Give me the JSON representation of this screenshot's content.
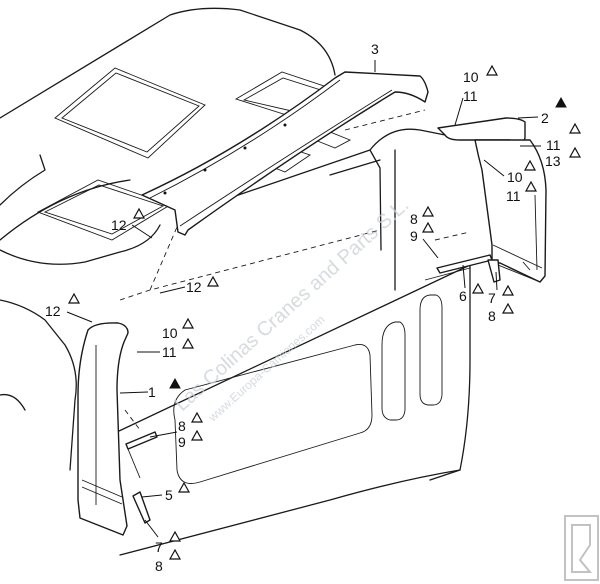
{
  "callouts": [
    {
      "id": "c3",
      "text": "3",
      "mark": "none"
    },
    {
      "id": "c10a",
      "text": "10",
      "mark": "open"
    },
    {
      "id": "c11a",
      "text": "11",
      "mark": "none"
    },
    {
      "id": "c2",
      "text": "2",
      "mark": "filled"
    },
    {
      "id": "c11b",
      "text": "11",
      "mark": "open"
    },
    {
      "id": "c13",
      "text": "13",
      "mark": "open"
    },
    {
      "id": "c10b",
      "text": "10",
      "mark": "open"
    },
    {
      "id": "c11c",
      "text": "11",
      "mark": "open"
    },
    {
      "id": "c8a",
      "text": "8",
      "mark": "open"
    },
    {
      "id": "c9a",
      "text": "9",
      "mark": "open"
    },
    {
      "id": "c6",
      "text": "6",
      "mark": "open"
    },
    {
      "id": "c7a",
      "text": "7",
      "mark": "open"
    },
    {
      "id": "c8b",
      "text": "8",
      "mark": "open"
    },
    {
      "id": "c12a",
      "text": "12",
      "mark": "open"
    },
    {
      "id": "c12b",
      "text": "12",
      "mark": "open"
    },
    {
      "id": "c12c",
      "text": "12",
      "mark": "open"
    },
    {
      "id": "c10c",
      "text": "10",
      "mark": "open"
    },
    {
      "id": "c11d",
      "text": "11",
      "mark": "open"
    },
    {
      "id": "c1",
      "text": "1",
      "mark": "filled"
    },
    {
      "id": "c8c",
      "text": "8",
      "mark": "open"
    },
    {
      "id": "c9b",
      "text": "9",
      "mark": "open"
    },
    {
      "id": "c5",
      "text": "5",
      "mark": "open"
    },
    {
      "id": "c7b",
      "text": "7",
      "mark": "open"
    },
    {
      "id": "c8d",
      "text": "8",
      "mark": "open"
    }
  ],
  "watermark": {
    "line1": "Las Colinas Cranes and Parts S.L.",
    "line2": "www.Europa-Camiones.com"
  },
  "colors": {
    "ink": "#1a1a1a",
    "watermark": "#c9cfd6"
  }
}
